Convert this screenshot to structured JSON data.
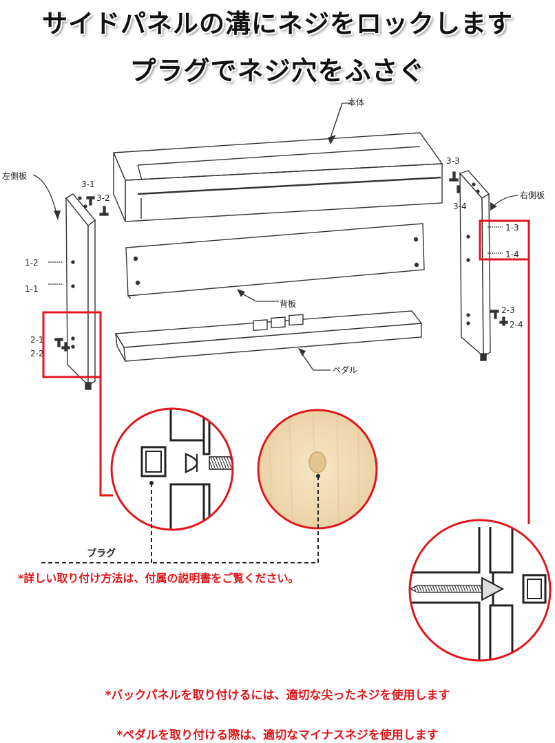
{
  "titles": {
    "line1": "サイドパネルの溝にネジをロックします",
    "line2": "プラグでネジ穴をふさぐ"
  },
  "labels": {
    "body": "本体",
    "left_panel": "左側板",
    "right_panel": "右側板",
    "back_panel": "背板",
    "pedal": "ペダル",
    "plug": "プラグ",
    "screw_3_1": "3-1",
    "screw_3_2": "3-2",
    "screw_3_3": "3-3",
    "screw_3_4": "3-4",
    "screw_1_1": "1-1",
    "screw_1_2": "1-2",
    "screw_1_3": "1-3",
    "screw_1_4": "1-4",
    "screw_2_1": "2-1",
    "screw_2_2": "2-2",
    "screw_2_3": "2-3",
    "screw_2_4": "2-4"
  },
  "notes": {
    "manual": "*詳しい取り付け方法は、付属の説明書をご覧ください。",
    "back_panel_screw": "*バックパネルを取り付けるには、適切な尖ったネジを使用します",
    "pedal_screw": "*ペダルを取り付ける際は、適切なマイナスネジを使用します"
  },
  "colors": {
    "accent_red": "#e0161b",
    "wood": "#f0dcb4",
    "line": "#333333"
  }
}
